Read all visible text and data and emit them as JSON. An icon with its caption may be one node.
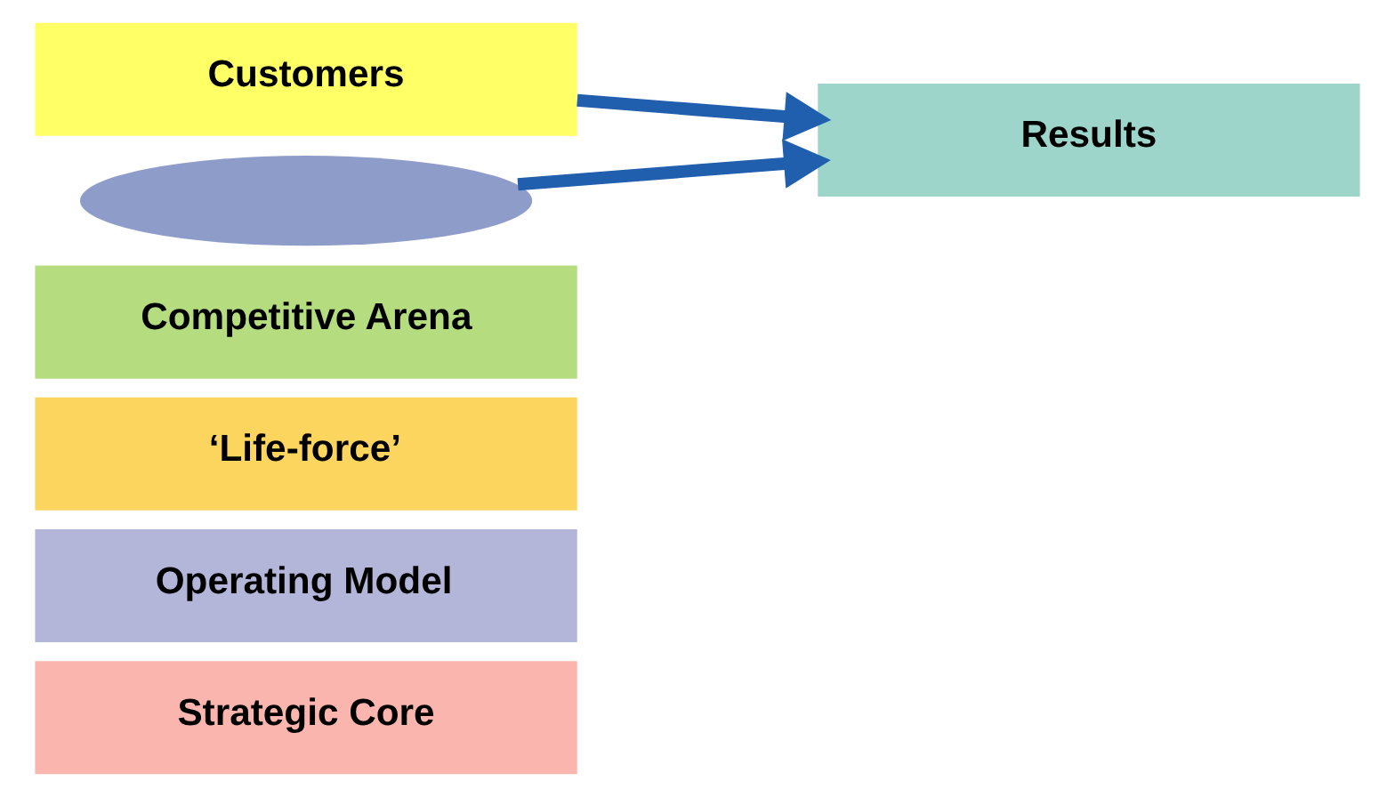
{
  "diagram": {
    "nodes": [
      {
        "text": [
          "Customers"
        ]
      },
      {
        "text": [
          "Competitive Arena"
        ]
      },
      {
        "text": [
          "‘Life-force’"
        ]
      },
      {
        "text": [
          "Operating Model"
        ]
      },
      {
        "text": [
          "Strategic Core"
        ]
      },
      {
        "text": [
          "Results"
        ]
      },
      {
        "text": [],
        "shape": "wave"
      }
    ],
    "edges": [
      {
        "from": 0,
        "to": 5,
        "arrow": "to"
      },
      {
        "from": 6,
        "to": 5,
        "arrow": "to"
      }
    ]
  }
}
